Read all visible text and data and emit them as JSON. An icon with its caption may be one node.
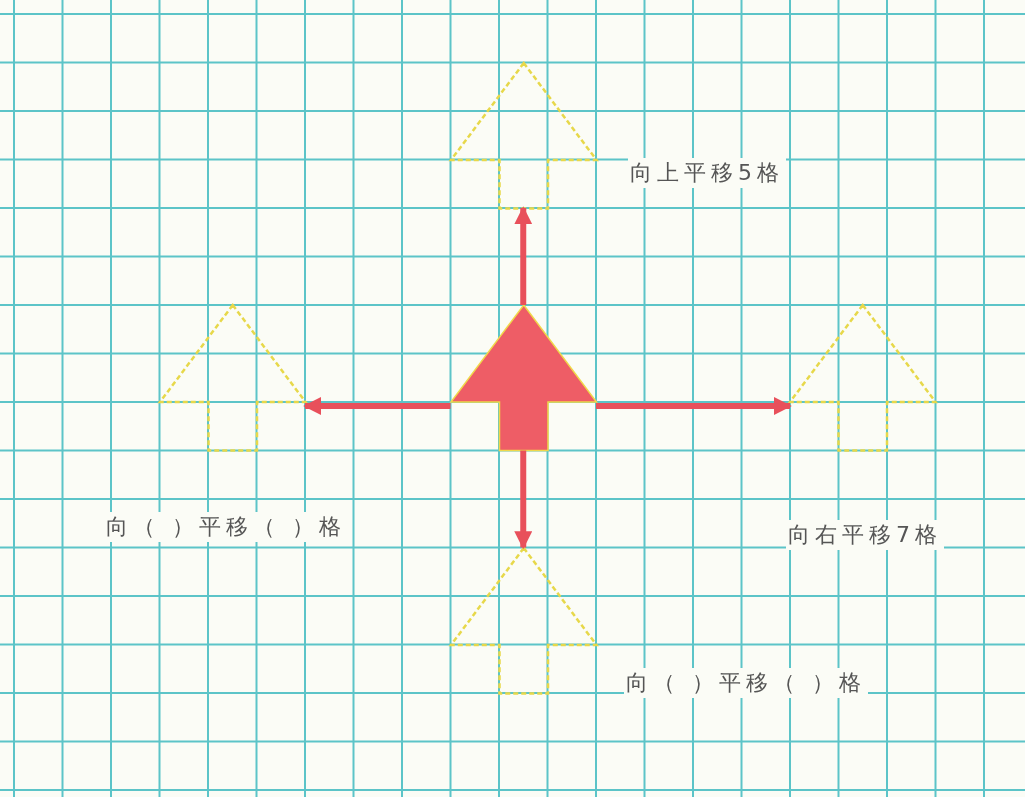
{
  "diagram": {
    "nodes": [
      {
        "text": [],
        "shape": "arrow",
        "beside": [
          "向上平移5格"
        ]
      },
      {
        "text": [],
        "shape": "arrow",
        "beside": [
          "向（ ）平移（ ）格"
        ]
      },
      {
        "text": [],
        "shape": "arrow"
      },
      {
        "text": [],
        "shape": "arrow",
        "beside": [
          "向右平移7格"
        ]
      },
      {
        "text": [],
        "shape": "arrow",
        "beside": [
          "向（ ）平移（ ）格"
        ]
      }
    ],
    "edges": [
      {
        "from": 2,
        "to": 0,
        "arrow": "to"
      },
      {
        "from": 2,
        "to": 1,
        "arrow": "to"
      },
      {
        "from": 2,
        "to": 3,
        "arrow": "to"
      },
      {
        "from": 2,
        "to": 4,
        "arrow": "to"
      }
    ]
  }
}
